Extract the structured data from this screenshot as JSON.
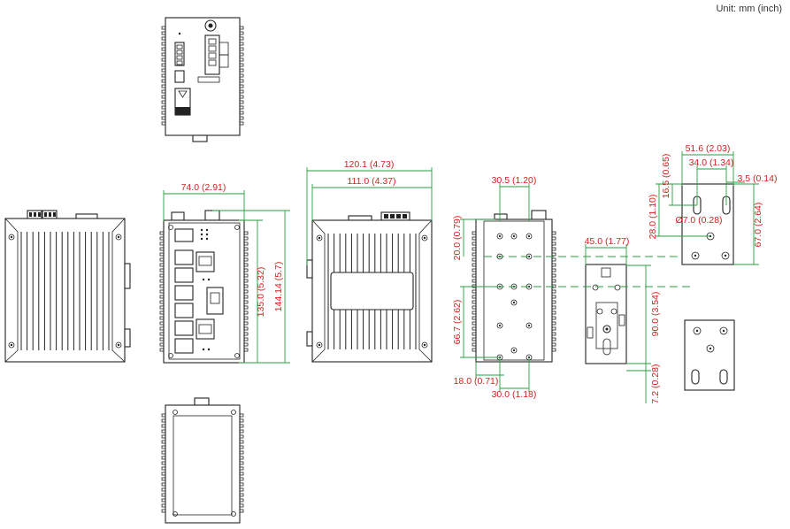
{
  "unit_label": "Unit: mm (inch)",
  "colors": {
    "dimension_text": "#d62020",
    "dimension_line": "#2a9d3f",
    "outline": "#222222"
  },
  "views": {
    "front": {
      "width": "74.0 (2.91)",
      "height_body": "135.0 (5.32)",
      "height_total": "144.14 (5.7)"
    },
    "side": {
      "depth_total": "120.1 (4.73)",
      "depth_body": "111.0 (4.37)"
    },
    "rear_wall_mount": {
      "hole_spacing_h": "30.5 (1.20)",
      "top_offset": "20.0 (0.79)",
      "hole_spacing_v": "66.7 (2.62)",
      "bottom_left": "18.0 (0.71)",
      "bottom_width": "30.0 (1.18)"
    },
    "din_rail": {
      "width": "45.0 (1.77)",
      "height": "90.0 (3.54)",
      "offset": "7.2 (0.28)"
    },
    "wall_plate": {
      "width": "51.6 (2.03)",
      "hole_spacing": "34.0 (1.34)",
      "edge": "3.5 (0.14)",
      "slot_top": "16.5 (0.65)",
      "slot_offset": "28.0 (1.10)",
      "hole_diameter": "Ø7.0 (0.28)",
      "height": "67.0 (2.64)"
    }
  }
}
